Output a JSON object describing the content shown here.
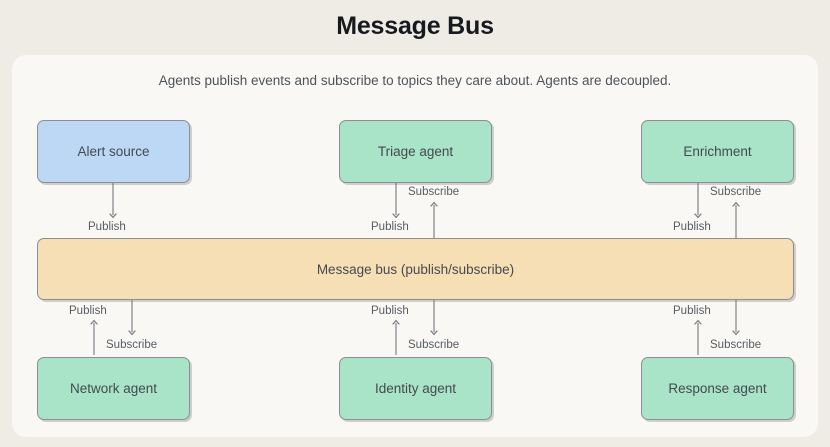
{
  "page": {
    "title": "Message Bus",
    "background_color": "#efece6",
    "card_background_color": "#faf8f5"
  },
  "diagram": {
    "subtitle": "Agents publish events and subscribe to topics they care about. Agents are decoupled.",
    "bus": {
      "label": "Message bus (publish/subscribe)",
      "color": "#f7dfb5"
    },
    "colors": {
      "source_node": "#bcd8f5",
      "agent_node": "#a9e3c8",
      "bus_node": "#f7dfb5",
      "edge_stroke": "#7d8287",
      "node_border": "#8a8f94",
      "text": "#434a50"
    },
    "top_nodes": [
      {
        "label": "Alert source",
        "type": "source"
      },
      {
        "label": "Triage agent",
        "type": "agent"
      },
      {
        "label": "Enrichment",
        "type": "agent"
      }
    ],
    "bottom_nodes": [
      {
        "label": "Network agent",
        "type": "agent"
      },
      {
        "label": "Identity agent",
        "type": "agent"
      },
      {
        "label": "Response agent",
        "type": "agent"
      }
    ],
    "edge_labels": {
      "publish": "Publish",
      "subscribe": "Subscribe"
    }
  }
}
